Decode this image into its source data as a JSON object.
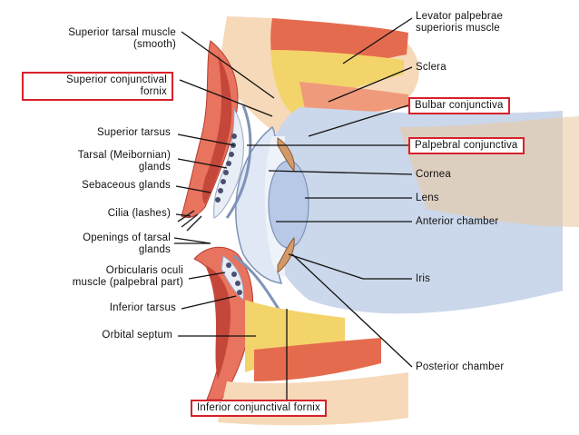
{
  "colors": {
    "skin": "#e8735e",
    "skin_dark": "#c4473a",
    "muscle": "#d7483c",
    "fat": "#f3d46a",
    "sclera": "#cbd7ea",
    "cornea": "#dfe8f4",
    "lens": "#b7c9e6",
    "tarsus": "#e9eef6",
    "gland": "#4a4f70",
    "box": "#d8202a"
  },
  "labels_left": {
    "superior_tarsal_line1": "Superior tarsal muscle",
    "superior_tarsal_line2": "(smooth)",
    "sup_conj_fornix_line1": "Superior conjunctival",
    "sup_conj_fornix_line2": "fornix",
    "superior_tarsus": "Superior tarsus",
    "tarsal_glands_line1": "Tarsal (Meibornian)",
    "tarsal_glands_line2": "glands",
    "sebaceous": "Sebaceous glands",
    "cilia": "Cilia (lashes)",
    "openings_line1": "Openings of tarsal",
    "openings_line2": "glands",
    "orbicularis_line1": "Orbicularis oculi",
    "orbicularis_line2": "muscle (palpebral part)",
    "inferior_tarsus": "Inferior tarsus",
    "orbital_septum": "Orbital septum"
  },
  "labels_right": {
    "levator_line1": "Levator palpebrae",
    "levator_line2": "superioris muscle",
    "sclera": "Sclera",
    "bulbar": "Bulbar conjunctiva",
    "palpebral": "Palpebral conjunctiva",
    "cornea": "Cornea",
    "lens": "Lens",
    "anterior_chamber": "Anterior chamber",
    "iris": "Iris",
    "posterior_chamber": "Posterior chamber"
  },
  "labels_bottom": {
    "inf_conj_fornix": "Inferior conjunctival fornix"
  }
}
